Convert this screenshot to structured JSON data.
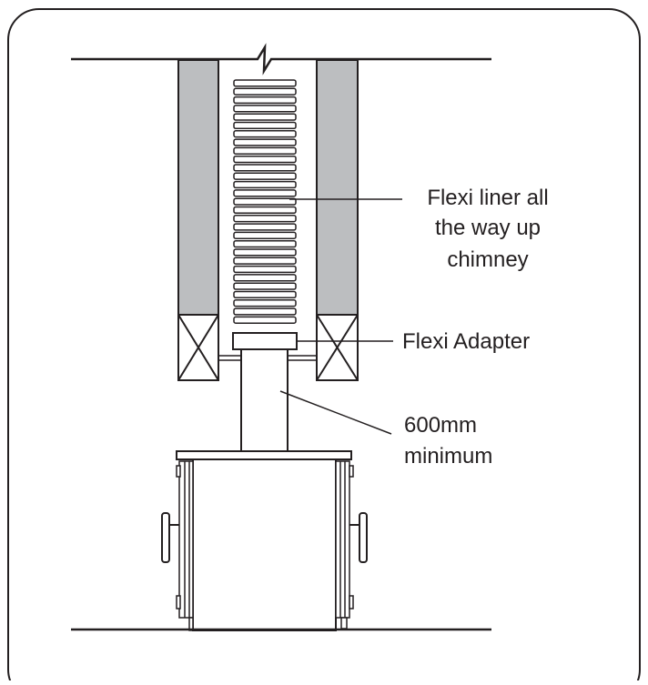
{
  "diagram": {
    "labels": {
      "flexi_liner_line1": "Flexi liner all",
      "flexi_liner_line2": "the way up",
      "flexi_liner_line3": "chimney",
      "flexi_adapter": "Flexi Adapter",
      "min_height_line1": "600mm",
      "min_height_line2": "minimum"
    },
    "colors": {
      "stroke": "#231f20",
      "chimney_fill": "#bcbec0",
      "background": "#ffffff"
    }
  }
}
